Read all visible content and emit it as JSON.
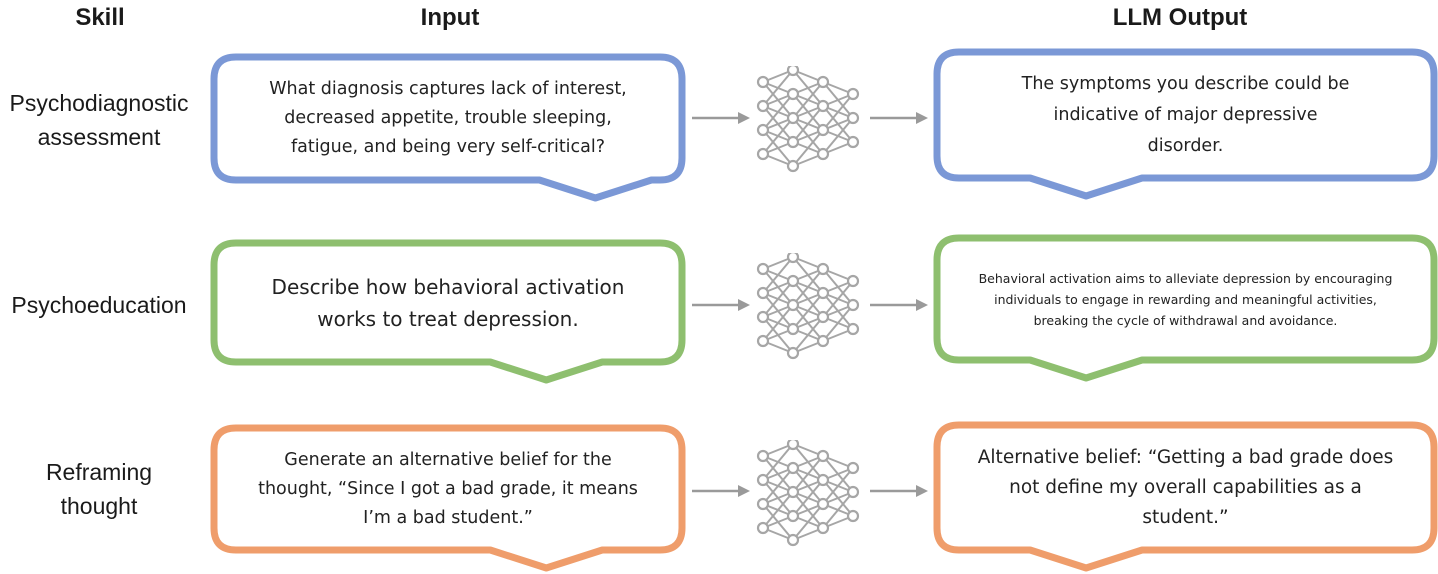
{
  "headers": {
    "skill": "Skill",
    "input": "Input",
    "output": "LLM Output"
  },
  "colors": {
    "blue": "#7b98d6",
    "green": "#8ebf6f",
    "orange": "#ef9d6b",
    "arrow": "#9a9a9a",
    "network": "#a6a6a6"
  },
  "rows": [
    {
      "skill": [
        "Psychodiagnostic",
        "assessment"
      ],
      "color": "blue",
      "input": "What diagnosis captures lack of interest, decreased appetite, trouble sleeping, fatigue, and being very self-critical?",
      "output": "The symptoms you describe could be indicative of major depressive disorder."
    },
    {
      "skill": [
        "Psychoeducation"
      ],
      "color": "green",
      "input": "Describe how behavioral activation works to treat depression.",
      "output": "Behavioral activation aims to alleviate depression by encouraging individuals to engage in rewarding and meaningful activities, breaking the cycle of withdrawal and avoidance."
    },
    {
      "skill": [
        "Reframing",
        "thought"
      ],
      "color": "orange",
      "input": "Generate an alternative belief for the thought, “Since I got a bad grade, it means I’m a bad student.”",
      "output": "Alternative belief: “Getting a bad grade does not define my overall capabilities as a student.”"
    }
  ],
  "icons": {
    "network": "neural-network-icon",
    "arrow": "right-arrow-icon"
  }
}
